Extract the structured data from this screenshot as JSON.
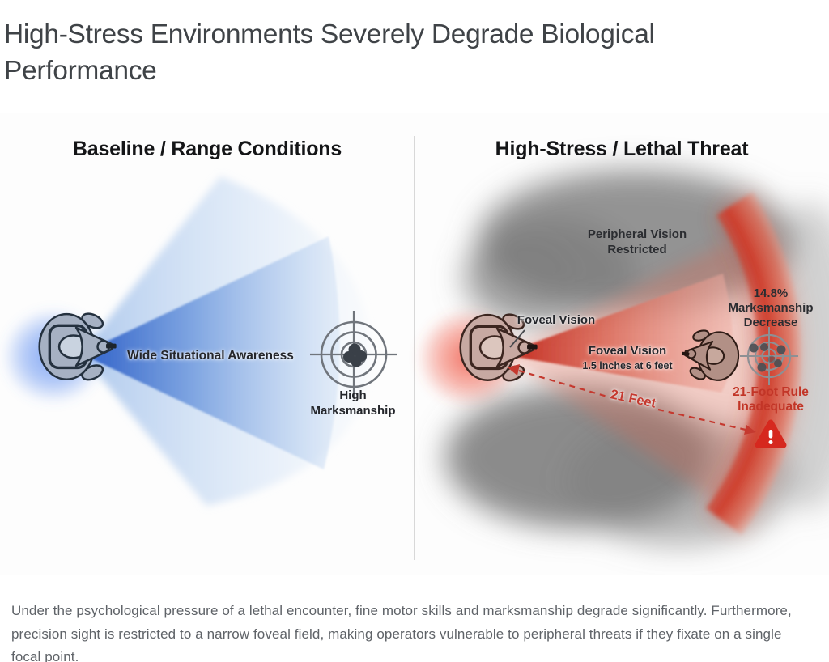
{
  "header": {
    "title": "High-Stress Environments Severely Degrade Biological Performance"
  },
  "left_panel": {
    "title": "Baseline / Range Conditions",
    "cone_label": "Wide Situational Awareness",
    "target_caption": [
      "High",
      "Marksmanship"
    ]
  },
  "right_panel": {
    "title": "High-Stress / Lethal Threat",
    "peripheral_label": [
      "Peripheral Vision",
      "Restricted"
    ],
    "foveal_callout": "Foveal Vision",
    "foveal_cone_label": [
      "Foveal Vision",
      "1.5 inches at 6 feet"
    ],
    "marksmanship_label": [
      "14.8%",
      "Marksmanship",
      "Decrease"
    ],
    "distance_label": "21 Feet",
    "rule_label": [
      "21-Foot Rule",
      "Inadequate"
    ]
  },
  "footer": {
    "caption": "Under the psychological pressure of a lethal encounter, fine motor skills and marksmanship degrade significantly. Furthermore, precision sight is restricted to a narrow foveal field, making operators vulnerable to peripheral threats if they fixate on a single focal point."
  },
  "colors": {
    "baseline_blue": "#3a6bd0",
    "stress_red": "#c5392f",
    "warning_red": "#d6281e",
    "peripheral_gray": "#7a7a7a",
    "title_text": "#3f4347",
    "caption_text": "#5f6368"
  }
}
